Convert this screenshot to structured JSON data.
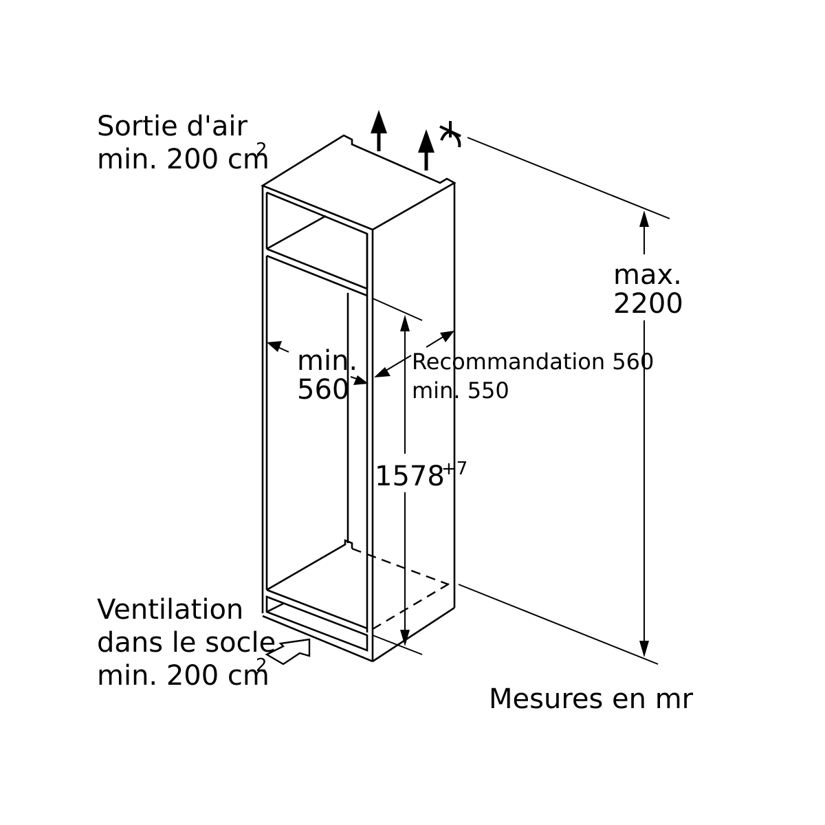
{
  "diagram": {
    "title": "Built-in refrigerator niche dimensions",
    "labels": {
      "air_outlet_line1": "Sortie d'air",
      "air_outlet_line2": "min. 200 cm",
      "air_outlet_sup": "2",
      "niche_width_line1": "min.",
      "niche_width_line2": "560",
      "depth_line1": "Recommandation 560",
      "depth_line2": "min. 550",
      "height_value": "1578",
      "height_tolerance": "+7",
      "max_height_line1": "max.",
      "max_height_line2": "2200",
      "ventilation_line1": "Ventilation",
      "ventilation_line2": "dans le socle",
      "ventilation_line3": "min. 200 cm",
      "ventilation_sup": "2",
      "units_note": "Mesures en mr"
    },
    "icons": {
      "air_outflow_arrows": "arrow-up-icon",
      "ceiling_break_symbol": "break-mark-icon",
      "air_inflow_arrow": "hollow-arrow-icon"
    },
    "colors": {
      "stroke": "#000000",
      "background": "#ffffff"
    }
  }
}
